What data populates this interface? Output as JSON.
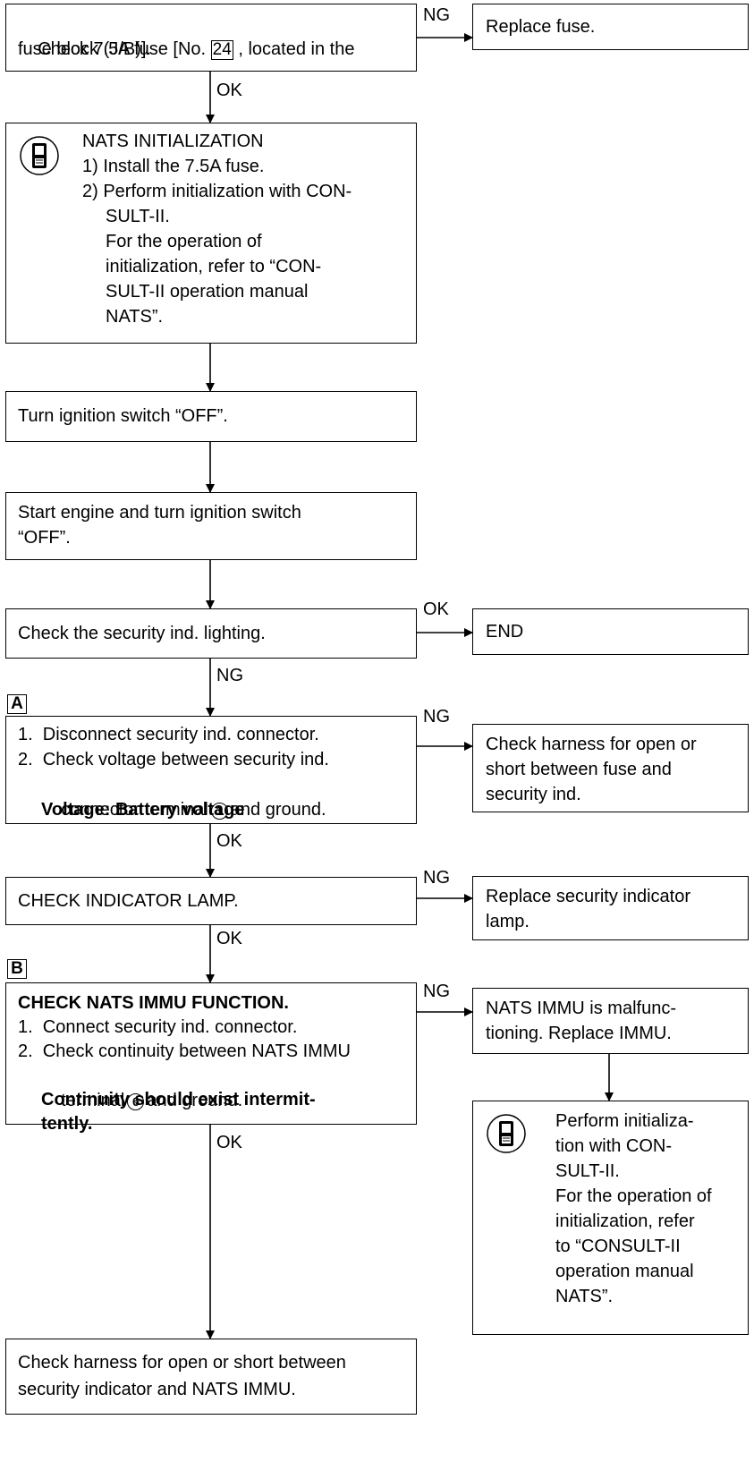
{
  "boxes": {
    "fuse_check": {
      "line1a": "Check 7.5A fuse [No. ",
      "fuse_no": "24",
      "line1b": " , located in the",
      "line2": "fuse block (J/B)]."
    },
    "replace_fuse": "Replace fuse.",
    "nats_init": {
      "title": "NATS INITIALIZATION",
      "l1": "1) Install the 7.5A fuse.",
      "l2": "2) Perform initialization with CON-",
      "l3": "SULT-II.",
      "l4": "For the operation of",
      "l5": "initialization, refer to “CON-",
      "l6": "SULT-II operation manual",
      "l7": "NATS”."
    },
    "ign_off": "Turn ignition switch “OFF”.",
    "start_engine": {
      "l1": "Start engine and turn ignition switch",
      "l2": "“OFF”."
    },
    "check_lighting": "Check the security ind. lighting.",
    "end": "END",
    "step_a": {
      "l1": "1.  Disconnect security ind. connector.",
      "l2": "2.  Check voltage between security ind.",
      "l3a": "connector terminal",
      "terminal": "1",
      "l3b": "and ground.",
      "l4": "Voltage: Battery voltage"
    },
    "harness_fuse": {
      "l1": "Check harness for open or",
      "l2": "short between fuse and",
      "l3": "security ind."
    },
    "indicator_lamp": "CHECK INDICATOR LAMP.",
    "replace_lamp": {
      "l1": "Replace security indicator",
      "l2": "lamp."
    },
    "step_b": {
      "title": "CHECK NATS IMMU FUNCTION.",
      "l1": "1.  Connect security ind. connector.",
      "l2": "2.  Check continuity between NATS IMMU",
      "l3a": "terminal",
      "terminal": "6",
      "l3b": "and ground.",
      "l4": "Continuity should exist intermit-",
      "l5": "tently."
    },
    "immu_bad": {
      "l1": "NATS IMMU is malfunc-",
      "l2": "tioning. Replace IMMU."
    },
    "init2": {
      "l1": "Perform initializa-",
      "l2": "tion with CON-",
      "l3": "SULT-II.",
      "l4": "For the operation of",
      "l5": "initialization, refer",
      "l6": "to “CONSULT-II",
      "l7": "operation manual",
      "l8": "NATS”."
    },
    "harness_immu": {
      "l1": "Check harness for open or short between",
      "l2": "security indicator and NATS IMMU."
    }
  },
  "labels": {
    "ok": "OK",
    "ng": "NG"
  },
  "tags": {
    "a": "A",
    "b": "B"
  },
  "icons": {
    "consult": "consult-tool-icon"
  }
}
